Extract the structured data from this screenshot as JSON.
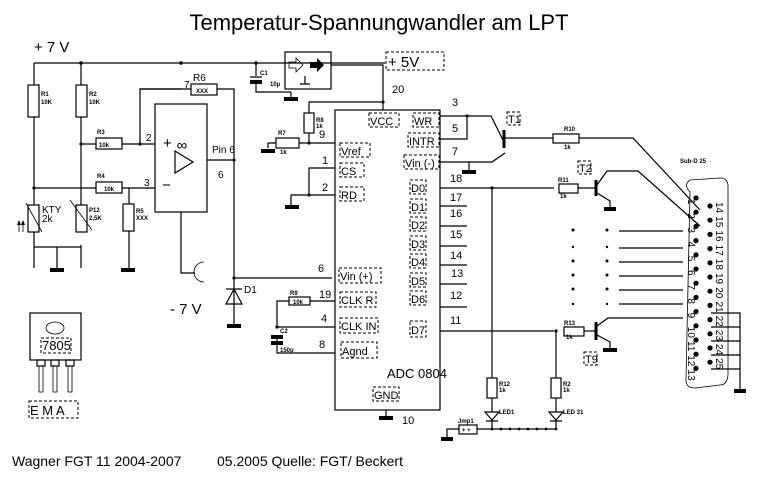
{
  "title": "Temperatur-Spannungwandler am LPT",
  "supply": {
    "plus7": "+ 7 V",
    "minus7": "- 7 V",
    "plus5": "+ 5V"
  },
  "components": {
    "R1": {
      "name": "R1",
      "value": "10K"
    },
    "R2": {
      "name": "R2",
      "value": "10K"
    },
    "R3": {
      "name": "R3",
      "value": "10k"
    },
    "R4": {
      "name": "R4",
      "value": "10k"
    },
    "R5": {
      "name": "R5",
      "value": "XXX"
    },
    "R6": {
      "name": "R6",
      "value": "XXX"
    },
    "R7": {
      "name": "R7",
      "value": "1k"
    },
    "R8": {
      "name": "R8",
      "value": "1k"
    },
    "R9": {
      "name": "R9",
      "value": "10k"
    },
    "R10": {
      "name": "R10",
      "value": "1k"
    },
    "R11": {
      "name": "R11",
      "value": "1k"
    },
    "R12": {
      "name": "R12",
      "value": "1k"
    },
    "R13": {
      "name": "R13",
      "value": "1k"
    },
    "R2b": {
      "name": "R2",
      "value": "1k"
    },
    "C1": {
      "name": "C1",
      "value": "10µ"
    },
    "C2": {
      "name": "C2",
      "value": "150p"
    },
    "KTY": {
      "name": "KTY",
      "value": "2k"
    },
    "P12": {
      "name": "P12",
      "value": "2,5K"
    },
    "D1": {
      "name": "D1"
    },
    "T1": {
      "name": "T1"
    },
    "T2": {
      "name": "T2"
    },
    "T9": {
      "name": "T9"
    },
    "LED1": {
      "name": "LED1"
    },
    "LED31": {
      "name": "LED 31"
    },
    "Jmp1": {
      "name": "Jmp1"
    }
  },
  "opamp": {
    "symbol": "∞",
    "pin_out_label": "Pin 6",
    "pins": {
      "plus": "2",
      "minus": "3",
      "out": "6",
      "fb": "7"
    }
  },
  "adc": {
    "name": "ADC 0804",
    "left_pins": [
      {
        "label": "Vref",
        "pin": "9"
      },
      {
        "label": "CS",
        "pin": "1"
      },
      {
        "label": "RD",
        "pin": "2"
      },
      {
        "label": "Vin (+)",
        "pin": "6"
      },
      {
        "label": "CLK R",
        "pin": "19"
      },
      {
        "label": "CLK IN",
        "pin": "4"
      },
      {
        "label": "Agnd",
        "pin": "8"
      }
    ],
    "top_pins": [
      {
        "label": "VCC",
        "pin": "20"
      }
    ],
    "right_pins": [
      {
        "label": "WR",
        "pin": "3"
      },
      {
        "label": "INTR",
        "pin": "5"
      },
      {
        "label": "Vin (-)",
        "pin": "7"
      },
      {
        "label": "D0",
        "pin": "18"
      },
      {
        "label": "D1",
        "pin": "17"
      },
      {
        "label": "D2",
        "pin": "16"
      },
      {
        "label": "D3",
        "pin": "15"
      },
      {
        "label": "D4",
        "pin": "14"
      },
      {
        "label": "D5",
        "pin": "13"
      },
      {
        "label": "D6",
        "pin": "12"
      },
      {
        "label": "D7",
        "pin": "11"
      }
    ],
    "bottom_pins": [
      {
        "label": "GND",
        "pin": "10"
      }
    ]
  },
  "connector": {
    "name": "Sub-D 25",
    "top_row": [
      "1",
      "2",
      "3",
      "4",
      "5",
      "6",
      "7",
      "8",
      "9",
      "10",
      "11",
      "12",
      "13"
    ],
    "bottom_row": [
      "14",
      "15",
      "16",
      "17",
      "18",
      "19",
      "20",
      "21",
      "22",
      "23",
      "24",
      "25"
    ]
  },
  "regulator": {
    "name": "7805",
    "pins": "E  M  A"
  },
  "footer": {
    "left": "Wagner FGT 11 2004-2007",
    "right": "05.2005 Quelle: FGT/ Beckert"
  }
}
